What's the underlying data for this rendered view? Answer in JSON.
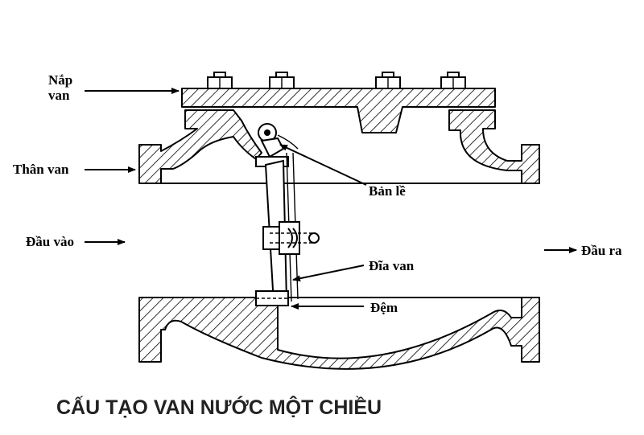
{
  "labels": {
    "nap_line1": "Nắp",
    "nap_line2": "van",
    "than_van": "Thân van",
    "dau_vao": "Đầu vào",
    "ban_le": "Bản lề",
    "dia_van": "Đĩa van",
    "dem": "Đệm",
    "dau_ra": "Đầu ra"
  },
  "caption": "CẤU TẠO VAN NƯỚC MỘT CHIỀU"
}
